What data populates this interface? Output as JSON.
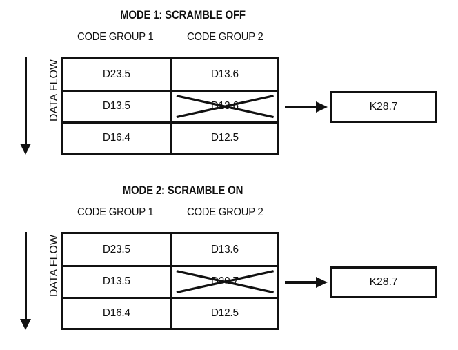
{
  "diagram": {
    "column_headers": [
      "CODE GROUP 1",
      "CODE GROUP 2"
    ],
    "flow_label": "DATA FLOW",
    "sections": [
      {
        "title": "MODE 1: SCRAMBLE OFF",
        "rows": [
          {
            "group1": "D23.5",
            "group2": "D13.6",
            "group2_struck": false
          },
          {
            "group1": "D13.5",
            "group2": "D13.6",
            "group2_struck": true
          },
          {
            "group1": "D16.4",
            "group2": "D12.5",
            "group2_struck": false
          }
        ],
        "output": "K28.7"
      },
      {
        "title": "MODE 2: SCRAMBLE ON",
        "rows": [
          {
            "group1": "D23.5",
            "group2": "D13.6",
            "group2_struck": false
          },
          {
            "group1": "D13.5",
            "group2": "D20.7",
            "group2_struck": true
          },
          {
            "group1": "D16.4",
            "group2": "D12.5",
            "group2_struck": false
          }
        ],
        "output": "K28.7"
      }
    ]
  },
  "colors": {
    "ink": "#111111",
    "background": "#ffffff"
  }
}
